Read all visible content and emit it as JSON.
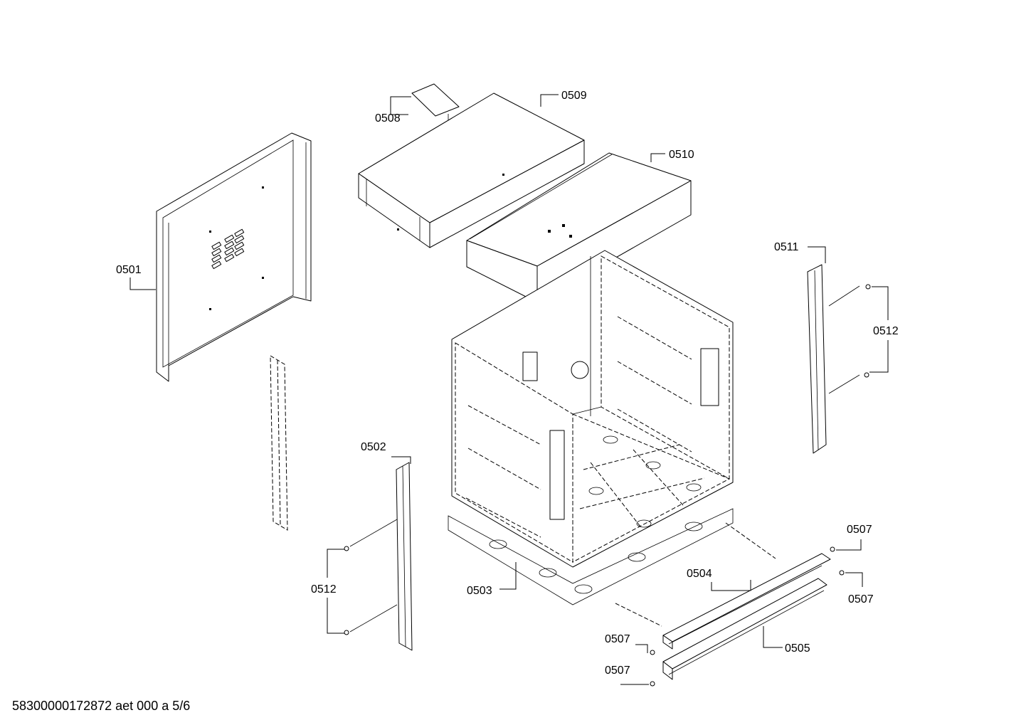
{
  "diagram": {
    "footer": "58300000172872 aet 000 a 5/6",
    "labels": {
      "p0501": "0501",
      "p0502": "0502",
      "p0503": "0503",
      "p0504": "0504",
      "p0505": "0505",
      "p0507": "0507",
      "p0508": "0508",
      "p0509": "0509",
      "p0510": "0510",
      "p0511": "0511",
      "p0512": "0512"
    }
  }
}
